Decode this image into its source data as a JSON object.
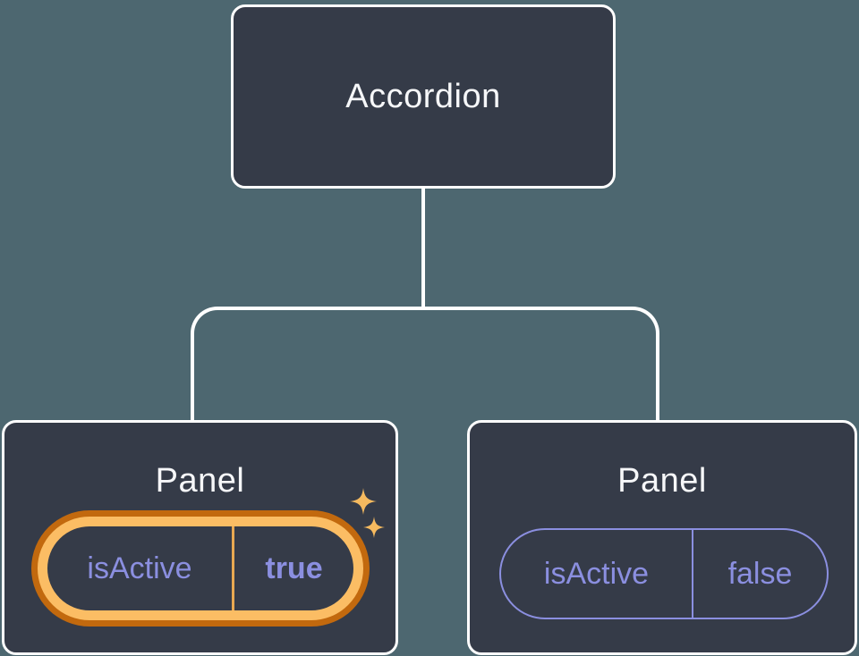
{
  "diagram": {
    "root_node": {
      "label": "Accordion"
    },
    "panels": [
      {
        "label": "Panel",
        "state_key": "isActive",
        "state_value": "true",
        "highlighted": true
      },
      {
        "label": "Panel",
        "state_key": "isActive",
        "state_value": "false",
        "highlighted": false
      }
    ],
    "colors": {
      "background": "#4D6770",
      "node_fill": "#353B48",
      "node_border": "#FFFFFF",
      "node_text": "#F6F7F9",
      "state_text": "#8B8FE0",
      "state_border": "#8B8FE0",
      "highlight_ring_outer": "#C2690E",
      "highlight_ring_inner": "#FBBD64",
      "highlight_divider": "#E8A851",
      "sparkle": "#F6BA5F"
    }
  }
}
